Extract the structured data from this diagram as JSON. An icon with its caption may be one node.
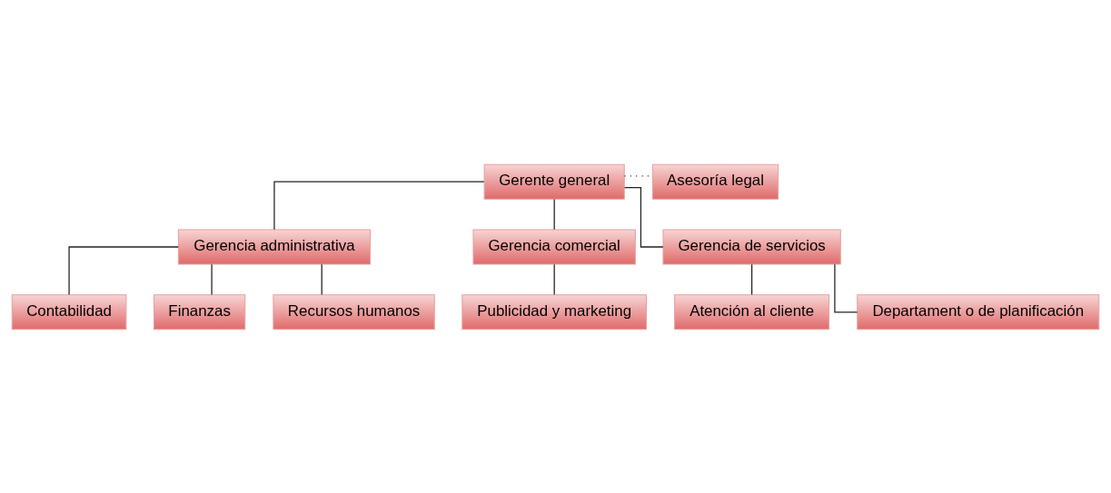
{
  "diagram": {
    "nodes": [
      {
        "text": [
          "Gerente general"
        ]
      },
      {
        "text": [
          "Asesoría legal"
        ]
      },
      {
        "text": [
          "Gerencia administrativa"
        ]
      },
      {
        "text": [
          "Gerencia comercial"
        ]
      },
      {
        "text": [
          "Gerencia de servicios"
        ]
      },
      {
        "text": [
          "Contabilidad"
        ]
      },
      {
        "text": [
          "Finanzas"
        ]
      },
      {
        "text": [
          "Recursos humanos"
        ]
      },
      {
        "text": [
          "Publicidad y marketing"
        ]
      },
      {
        "text": [
          "Atención al cliente"
        ]
      },
      {
        "text": [
          "Departament o de planificación"
        ]
      }
    ],
    "edges": [
      {
        "from": 0,
        "to": 1,
        "arrow": "none",
        "style": "dashed"
      },
      {
        "from": 0,
        "to": 2,
        "arrow": "none"
      },
      {
        "from": 0,
        "to": 3,
        "arrow": "none"
      },
      {
        "from": 0,
        "to": 4,
        "arrow": "none"
      },
      {
        "from": 2,
        "to": 5,
        "arrow": "none"
      },
      {
        "from": 2,
        "to": 6,
        "arrow": "none"
      },
      {
        "from": 2,
        "to": 7,
        "arrow": "none"
      },
      {
        "from": 3,
        "to": 8,
        "arrow": "none"
      },
      {
        "from": 4,
        "to": 9,
        "arrow": "none"
      },
      {
        "from": 4,
        "to": 10,
        "arrow": "none"
      }
    ]
  }
}
